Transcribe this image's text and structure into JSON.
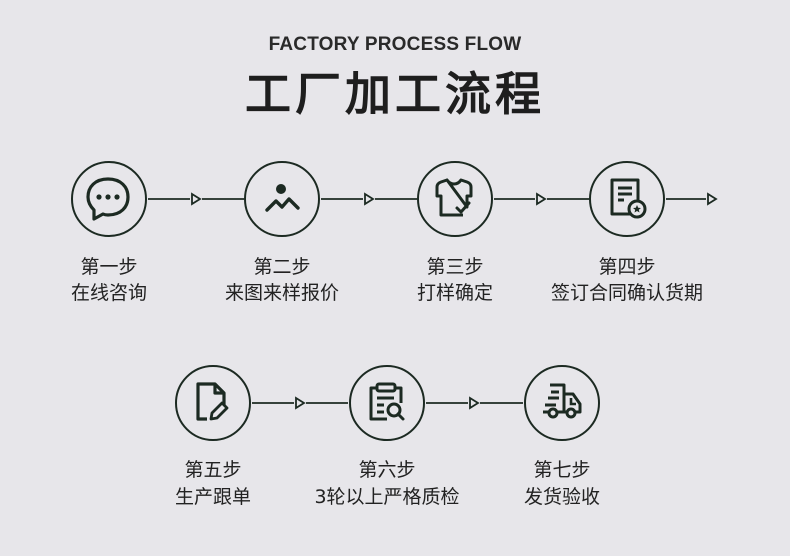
{
  "header": {
    "subtitle": "FACTORY PROCESS FLOW",
    "title": "工厂加工流程"
  },
  "colors": {
    "background": "#e7e6ea",
    "stroke": "#1c2a22",
    "text": "#222222"
  },
  "steps": [
    {
      "step": "第一步",
      "desc": "在线咨询",
      "icon": "chat-bubble-icon"
    },
    {
      "step": "第二步",
      "desc": "来图来样报价",
      "icon": "image-mountain-icon"
    },
    {
      "step": "第三步",
      "desc": "打样确定",
      "icon": "shirt-check-icon"
    },
    {
      "step": "第四步",
      "desc": "签订合同确认货期",
      "icon": "contract-star-icon"
    },
    {
      "step": "第五步",
      "desc": "生产跟单",
      "icon": "document-edit-icon"
    },
    {
      "step": "第六步",
      "desc": "3轮以上严格质检",
      "icon": "clipboard-search-icon"
    },
    {
      "step": "第七步",
      "desc": "发货验收",
      "icon": "delivery-truck-icon"
    }
  ]
}
